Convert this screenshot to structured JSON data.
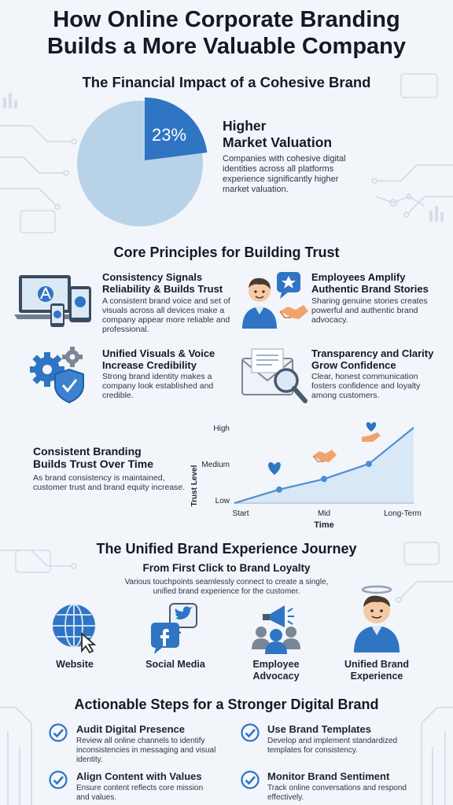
{
  "header": {
    "title_line1": "How Online Corporate Branding",
    "title_line2": "Builds a More Valuable Company"
  },
  "financial": {
    "section_title": "The Financial Impact of a Cohesive Brand",
    "pie_percent": "23%",
    "pie_fraction": 0.23,
    "heading_line1": "Higher",
    "heading_line2": "Market Valuation",
    "description": "Companies with cohesive digital identities across all platforms experience significantly higher market valuation.",
    "colors": {
      "slice": "#2f75c4",
      "rest": "#b8d2e8"
    }
  },
  "principles": {
    "section_title": "Core Principles for Building Trust",
    "items": [
      {
        "icon": "devices-icon",
        "title_line1": "Consistency Signals",
        "title_line2": "Reliability & Builds Trust",
        "description": "A consistent brand voice and set of visuals across all devices make a company appear more reliable and professional."
      },
      {
        "icon": "employee-handshake-icon",
        "title_line1": "Employees Amplify",
        "title_line2": "Authentic Brand Stories",
        "description": "Sharing genuine stories creates powerful and authentic brand advocacy."
      },
      {
        "icon": "gears-shield-icon",
        "title_line1": "Unified Visuals & Voice",
        "title_line2": "Increase Credibility",
        "description": "Strong brand identity makes a company look established and credible."
      },
      {
        "icon": "envelope-magnifier-icon",
        "title_line1": "Transparency and Clarity",
        "title_line2": "Grow Confidence",
        "description": "Clear, honest communication fosters confidence and loyalty among customers."
      }
    ]
  },
  "trust": {
    "title_line1": "Consistent Branding",
    "title_line2": "Builds Trust Over Time",
    "description": "As brand consistency is maintained, customer trust and brand equity increase."
  },
  "chart_data": {
    "type": "line",
    "x": [
      "Start",
      "Mid",
      "Long-Term"
    ],
    "xlabel": "Time",
    "ylabel": "Trust Level",
    "yticks": [
      "Low",
      "Medium",
      "High"
    ],
    "series": [
      {
        "values": [
          0,
          0.18,
          0.32,
          0.52,
          1.0
        ],
        "positions": [
          0,
          0.25,
          0.5,
          0.75,
          1.0
        ]
      }
    ],
    "marker_icons": [
      "heart-icon",
      "handshake-icon",
      "heart-hand-icon"
    ],
    "colors": {
      "line": "#4a8fd4",
      "area": "#d9e8f6"
    }
  },
  "journey": {
    "section_title": "The Unified Brand Experience Journey",
    "subtitle": "From First Click to Brand Loyalty",
    "description": "Various touchpoints seamlessly connect to create a single, unified brand experience for the customer.",
    "steps": [
      {
        "icon": "globe-cursor-icon",
        "label_line1": "Website",
        "label_line2": ""
      },
      {
        "icon": "social-media-icon",
        "label_line1": "Social Media",
        "label_line2": ""
      },
      {
        "icon": "megaphone-team-icon",
        "label_line1": "Employee",
        "label_line2": "Advocacy"
      },
      {
        "icon": "haloed-person-icon",
        "label_line1": "Unified Brand",
        "label_line2": "Experience"
      }
    ]
  },
  "steps": {
    "section_title": "Actionable Steps for a Stronger Digital Brand",
    "items": [
      {
        "title": "Audit Digital Presence",
        "description": "Review all online channels to identify inconsistencies in messaging and visual identity."
      },
      {
        "title": "Use Brand Templates",
        "description": "Develop and implement standardized templates for consistency."
      },
      {
        "title": "Align Content with Values",
        "description": "Ensure content reflects core mission and values."
      },
      {
        "title": "Monitor Brand Sentiment",
        "description": "Track online conversations and respond effectively."
      }
    ]
  }
}
